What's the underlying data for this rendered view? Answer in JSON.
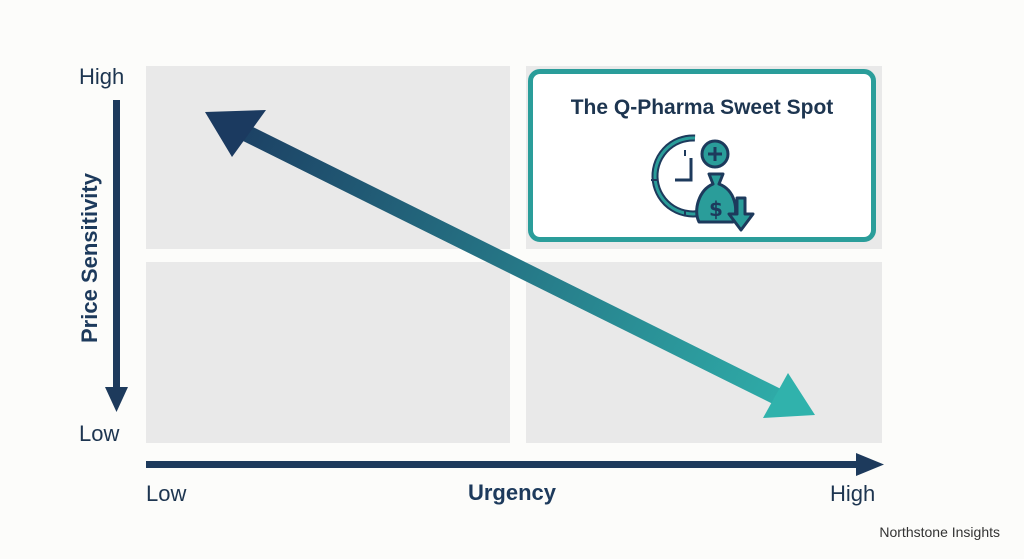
{
  "y_axis": {
    "title": "Price Sensitivity",
    "high_label": "High",
    "low_label": "Low"
  },
  "x_axis": {
    "title": "Urgency",
    "low_label": "Low",
    "high_label": "High"
  },
  "callout": {
    "title": "The Q-Pharma Sweet Spot",
    "icon": "clock-moneybag-price-down-icon"
  },
  "trend_arrow": {
    "from": "high price sensitivity / low urgency",
    "to": "low price sensitivity / high urgency",
    "colors": {
      "start": "#1b3a60",
      "end": "#2fb0aa"
    }
  },
  "quadrants": [
    "top-left",
    "top-right",
    "bottom-left",
    "bottom-right"
  ],
  "footer": {
    "brand": "Northstone Insights"
  },
  "colors": {
    "navy": "#1d3a5c",
    "teal": "#2a9d9a",
    "quadrant": "#e9e9e9"
  }
}
